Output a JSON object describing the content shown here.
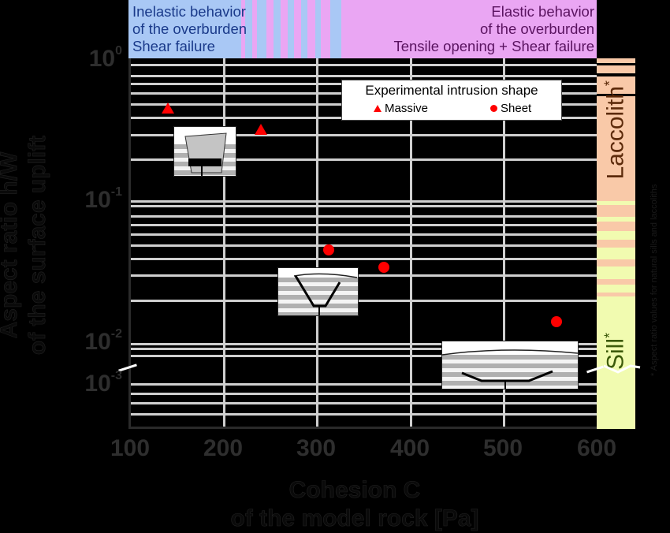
{
  "chart_data": {
    "type": "scatter",
    "title": "",
    "xlabel": "Cohesion C of the model rock [Pa]",
    "xlabel_lines": [
      "Cohesion C",
      "of the model rock [Pa]"
    ],
    "ylabel": "Aspect ratio h/W of the surface uplift",
    "ylabel_lines": [
      "Aspect ratio h/W",
      "of the surface uplift"
    ],
    "xlim": [
      100,
      600
    ],
    "x_ticks": [
      "100",
      "200",
      "300",
      "400",
      "500",
      "600"
    ],
    "yscale": "log (broken axis)",
    "ylim": [
      0.001,
      1
    ],
    "y_ticks": [
      {
        "base": "10",
        "exp": "0"
      },
      {
        "base": "10",
        "exp": "-1"
      },
      {
        "base": "10",
        "exp": "-2"
      },
      {
        "base": "10",
        "exp": "-3"
      }
    ],
    "grid": true,
    "legend": {
      "title": "Experimental intrusion shape",
      "position": "upper right",
      "entries": [
        {
          "label": "Massive",
          "marker": "triangle",
          "color": "#ff0000"
        },
        {
          "label": "Sheet",
          "marker": "circle",
          "color": "#ff0000"
        }
      ]
    },
    "series": [
      {
        "name": "Massive",
        "marker": "triangle",
        "color": "#ff0000",
        "points": [
          {
            "x": 141,
            "y": 0.46
          },
          {
            "x": 240,
            "y": 0.33
          }
        ]
      },
      {
        "name": "Sheet",
        "marker": "circle",
        "color": "#ff0000",
        "points": [
          {
            "x": 313,
            "y": 0.047
          },
          {
            "x": 372,
            "y": 0.035
          },
          {
            "x": 557,
            "y": 0.0145
          }
        ]
      }
    ],
    "regions_top": [
      {
        "label_lines": [
          "Inelastic behavior",
          "of the overburden",
          "Shear failure"
        ],
        "color": "#a9c8f5"
      },
      {
        "label_lines": [
          "Elastic behavior",
          "of the overburden",
          "Tensile opening + Shear failure"
        ],
        "color": "#eaa6f3"
      }
    ],
    "regions_right": [
      {
        "label": "Laccolith",
        "superscript": "*",
        "color": "#f9c9a8"
      },
      {
        "label": "Sill",
        "superscript": "*",
        "color": "#f1fbb0"
      }
    ],
    "insets": [
      {
        "description": "massive intrusion cross-section",
        "near_x": 180
      },
      {
        "description": "V-shaped sheet intrusion cross-section",
        "near_x": 330
      },
      {
        "description": "flat sill intrusion cross-section",
        "near_x": 520
      }
    ]
  },
  "side_note": "* Aspect ratio values for natural sills and laccoliths"
}
